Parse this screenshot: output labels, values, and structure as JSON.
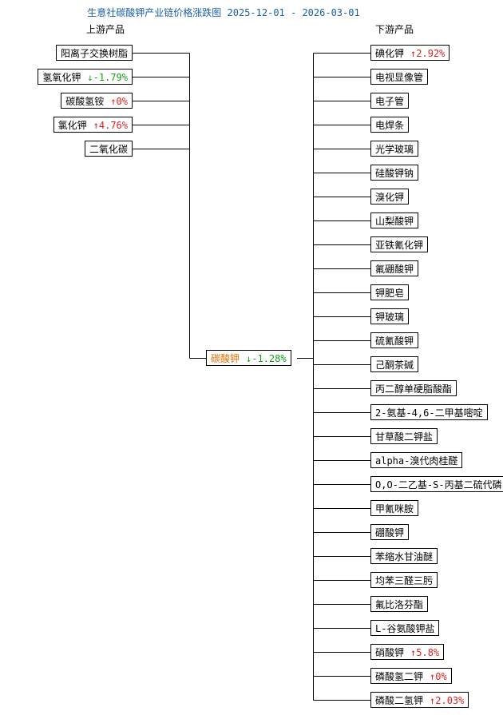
{
  "title": "生意社碳酸钾产业链价格涨跌图 2025-12-01 - 2026-03-01",
  "upstream_header": "上游产品",
  "downstream_header": "下游产品",
  "center": {
    "name": "碳酸钾",
    "change": "↓-1.28%",
    "trend": "fall"
  },
  "upstream": [
    {
      "name": "阳离子交换树脂",
      "change": "",
      "trend": ""
    },
    {
      "name": "氢氧化钾",
      "change": "↓-1.79%",
      "trend": "fall"
    },
    {
      "name": "碳酸氢铵",
      "change": "↑0%",
      "trend": "rise"
    },
    {
      "name": "氯化钾",
      "change": "↑4.76%",
      "trend": "rise"
    },
    {
      "name": "二氧化碳",
      "change": "",
      "trend": ""
    }
  ],
  "downstream": [
    {
      "name": "碘化钾",
      "change": "↑2.92%",
      "trend": "rise"
    },
    {
      "name": "电视显像管",
      "change": "",
      "trend": ""
    },
    {
      "name": "电子管",
      "change": "",
      "trend": ""
    },
    {
      "name": "电焊条",
      "change": "",
      "trend": ""
    },
    {
      "name": "光学玻璃",
      "change": "",
      "trend": ""
    },
    {
      "name": "硅酸钾钠",
      "change": "",
      "trend": ""
    },
    {
      "name": "溴化钾",
      "change": "",
      "trend": ""
    },
    {
      "name": "山梨酸钾",
      "change": "",
      "trend": ""
    },
    {
      "name": "亚铁氰化钾",
      "change": "",
      "trend": ""
    },
    {
      "name": "氟硼酸钾",
      "change": "",
      "trend": ""
    },
    {
      "name": "钾肥皂",
      "change": "",
      "trend": ""
    },
    {
      "name": "钾玻璃",
      "change": "",
      "trend": ""
    },
    {
      "name": "硫氰酸钾",
      "change": "",
      "trend": ""
    },
    {
      "name": "己酮茶碱",
      "change": "",
      "trend": ""
    },
    {
      "name": "丙二醇单硬脂酸酯",
      "change": "",
      "trend": ""
    },
    {
      "name": "2-氨基-4,6-二甲基嘧啶",
      "change": "",
      "trend": ""
    },
    {
      "name": "甘草酸二钾盐",
      "change": "",
      "trend": ""
    },
    {
      "name": "alpha-溴代肉桂醛",
      "change": "",
      "trend": ""
    },
    {
      "name": "O,O-二乙基-S-丙基二硫代磷",
      "change": "",
      "trend": ""
    },
    {
      "name": "甲氰咪胺",
      "change": "",
      "trend": ""
    },
    {
      "name": "硼酸钾",
      "change": "",
      "trend": ""
    },
    {
      "name": "苯缩水甘油醚",
      "change": "",
      "trend": ""
    },
    {
      "name": "均苯三醛三肟",
      "change": "",
      "trend": ""
    },
    {
      "name": "氟比洛芬酯",
      "change": "",
      "trend": ""
    },
    {
      "name": "L-谷氨酸钾盐",
      "change": "",
      "trend": ""
    },
    {
      "name": "硝酸钾",
      "change": "↑5.8%",
      "trend": "rise"
    },
    {
      "name": "磷酸氢二钾",
      "change": "↑0%",
      "trend": "rise"
    },
    {
      "name": "磷酸二氢钾",
      "change": "↑2.03%",
      "trend": "rise"
    }
  ]
}
